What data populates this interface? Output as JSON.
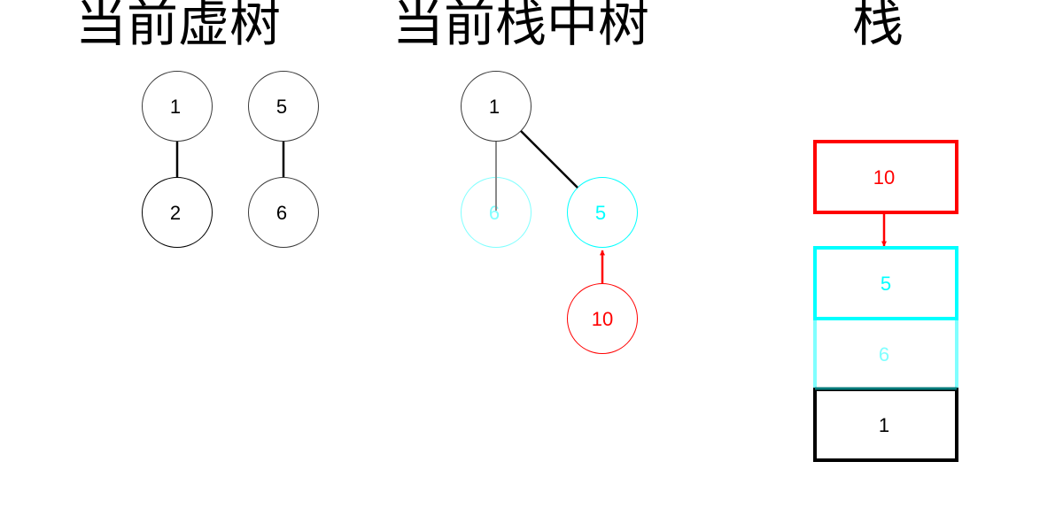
{
  "titles": {
    "virtual_tree": "当前虚树",
    "stack_tree": "当前栈中树",
    "stack": "栈"
  },
  "virtual_tree": {
    "nodes": [
      "1",
      "2",
      "5",
      "6"
    ]
  },
  "stack_tree": {
    "nodes": [
      "1",
      "6",
      "5",
      "10"
    ]
  },
  "stack": {
    "items": [
      "10",
      "5",
      "6",
      "1"
    ]
  },
  "colors": {
    "black": "#000000",
    "grey_outline": "#3a3a3a",
    "cyan": "#00ffff",
    "faded_cyan": "#80ffff",
    "red": "#ff0000",
    "dark_cyan": "#007a7a"
  }
}
